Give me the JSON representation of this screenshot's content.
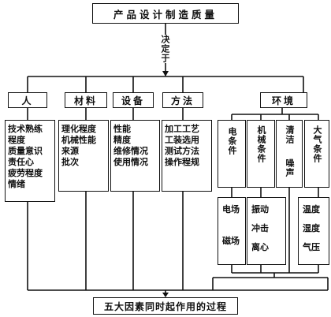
{
  "title": "产品设计制造质量",
  "decide_label": "决定于",
  "bottom": "五大因素同时起作用的过程",
  "categories": [
    {
      "id": "people",
      "label": "人",
      "items": [
        "技术熟练",
        "程度",
        "质量意识",
        "责任心",
        "疲劳程度",
        "情绪"
      ]
    },
    {
      "id": "material",
      "label": "材料",
      "items": [
        "理化程度",
        "机械性能",
        "来源",
        "批次"
      ]
    },
    {
      "id": "equipment",
      "label": "设备",
      "items": [
        "性能",
        "精度",
        "维修情况",
        "使用情况"
      ]
    },
    {
      "id": "method",
      "label": "方法",
      "items": [
        "加工工艺",
        "工装选用",
        "测试方法",
        "操作程规"
      ]
    },
    {
      "id": "environment",
      "label": "环境"
    }
  ],
  "environment": {
    "electric": {
      "label": "电条件",
      "items": [
        "电场",
        "磁场"
      ]
    },
    "mechanical": {
      "label": "机械条件",
      "items": [
        "振动",
        "冲击",
        "离心"
      ]
    },
    "cleanliness": {
      "label": "清洁",
      "noise": "噪声"
    },
    "atmosphere": {
      "label": "大气条件",
      "items": [
        "温度",
        "湿度",
        "气压"
      ]
    }
  }
}
